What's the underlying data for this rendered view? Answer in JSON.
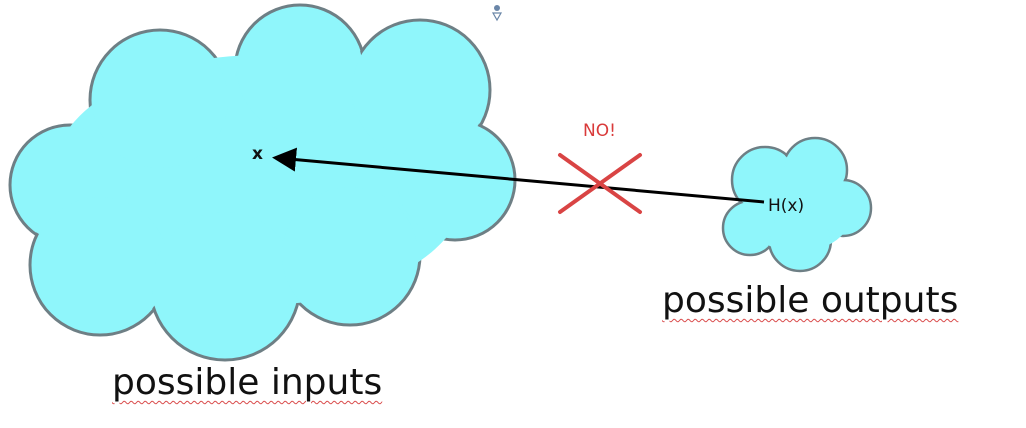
{
  "diagram": {
    "input_label": "x",
    "output_label": "H(x)",
    "rejection_label": "NO!",
    "inputs_caption": "possible inputs",
    "outputs_caption": "possible outputs"
  },
  "colors": {
    "cloud_fill": "#8ff6fb",
    "cloud_stroke": "#6e7f85",
    "arrow": "#000000",
    "cross": "#d94444",
    "no_text": "#d93a3a"
  }
}
